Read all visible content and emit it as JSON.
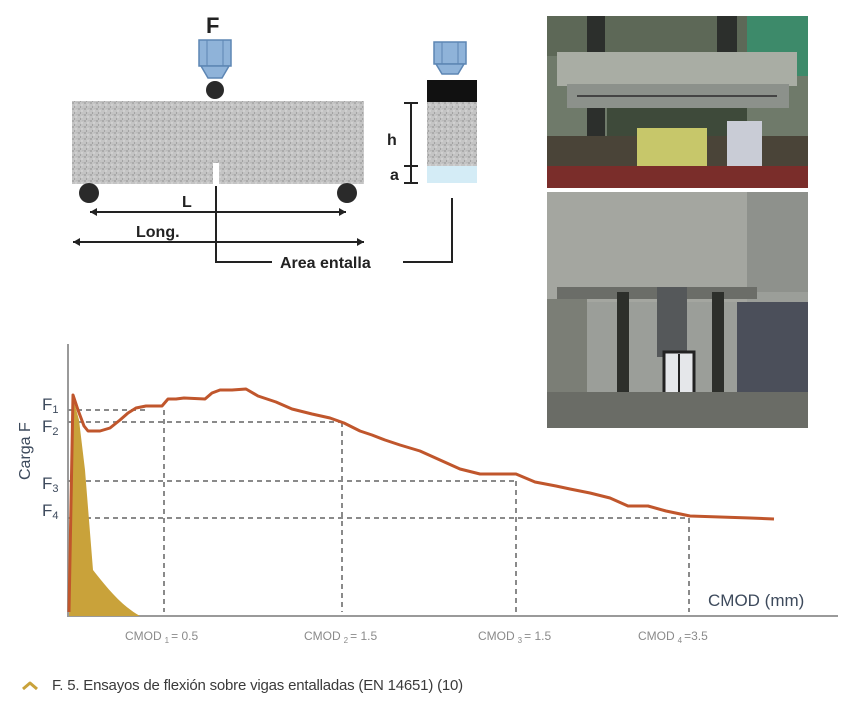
{
  "diagram": {
    "force_label": "F",
    "span_label": "L",
    "length_label": "Long.",
    "notch_area_label": "Area entalla",
    "height_label": "h",
    "notch_label": "a"
  },
  "chart": {
    "y_axis_label": "Carga F",
    "x_axis_label": "CMOD (mm)",
    "force_levels": [
      {
        "base": "F",
        "sub": "1"
      },
      {
        "base": "F",
        "sub": "2"
      },
      {
        "base": "F",
        "sub": "3"
      },
      {
        "base": "F",
        "sub": "4"
      }
    ],
    "cmod_ticks": [
      {
        "base": "CMOD",
        "sub": "1",
        "value": "= 0.5"
      },
      {
        "base": "CMOD",
        "sub": "2",
        "value": "= 1.5"
      },
      {
        "base": "CMOD",
        "sub": "3",
        "value": "= 1.5"
      },
      {
        "base": "CMOD",
        "sub": "4",
        "value": "=3.5"
      }
    ]
  },
  "colors": {
    "curve": "#c0562c",
    "area": "#c9a23a",
    "text": "#3d4a5c",
    "dashes": "#8a8a8a",
    "concrete": "#bdbdbd",
    "piston": "#8fb3d9"
  },
  "caption": {
    "text": "F. 5. Ensayos de flexión sobre vigas entalladas (EN 14651) (10)",
    "icon": "chevron-up-icon"
  }
}
